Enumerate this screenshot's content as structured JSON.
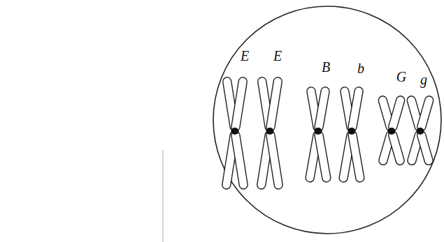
{
  "diagram": {
    "labels": [
      "E",
      "E",
      "B",
      "b",
      "G",
      "g"
    ]
  }
}
